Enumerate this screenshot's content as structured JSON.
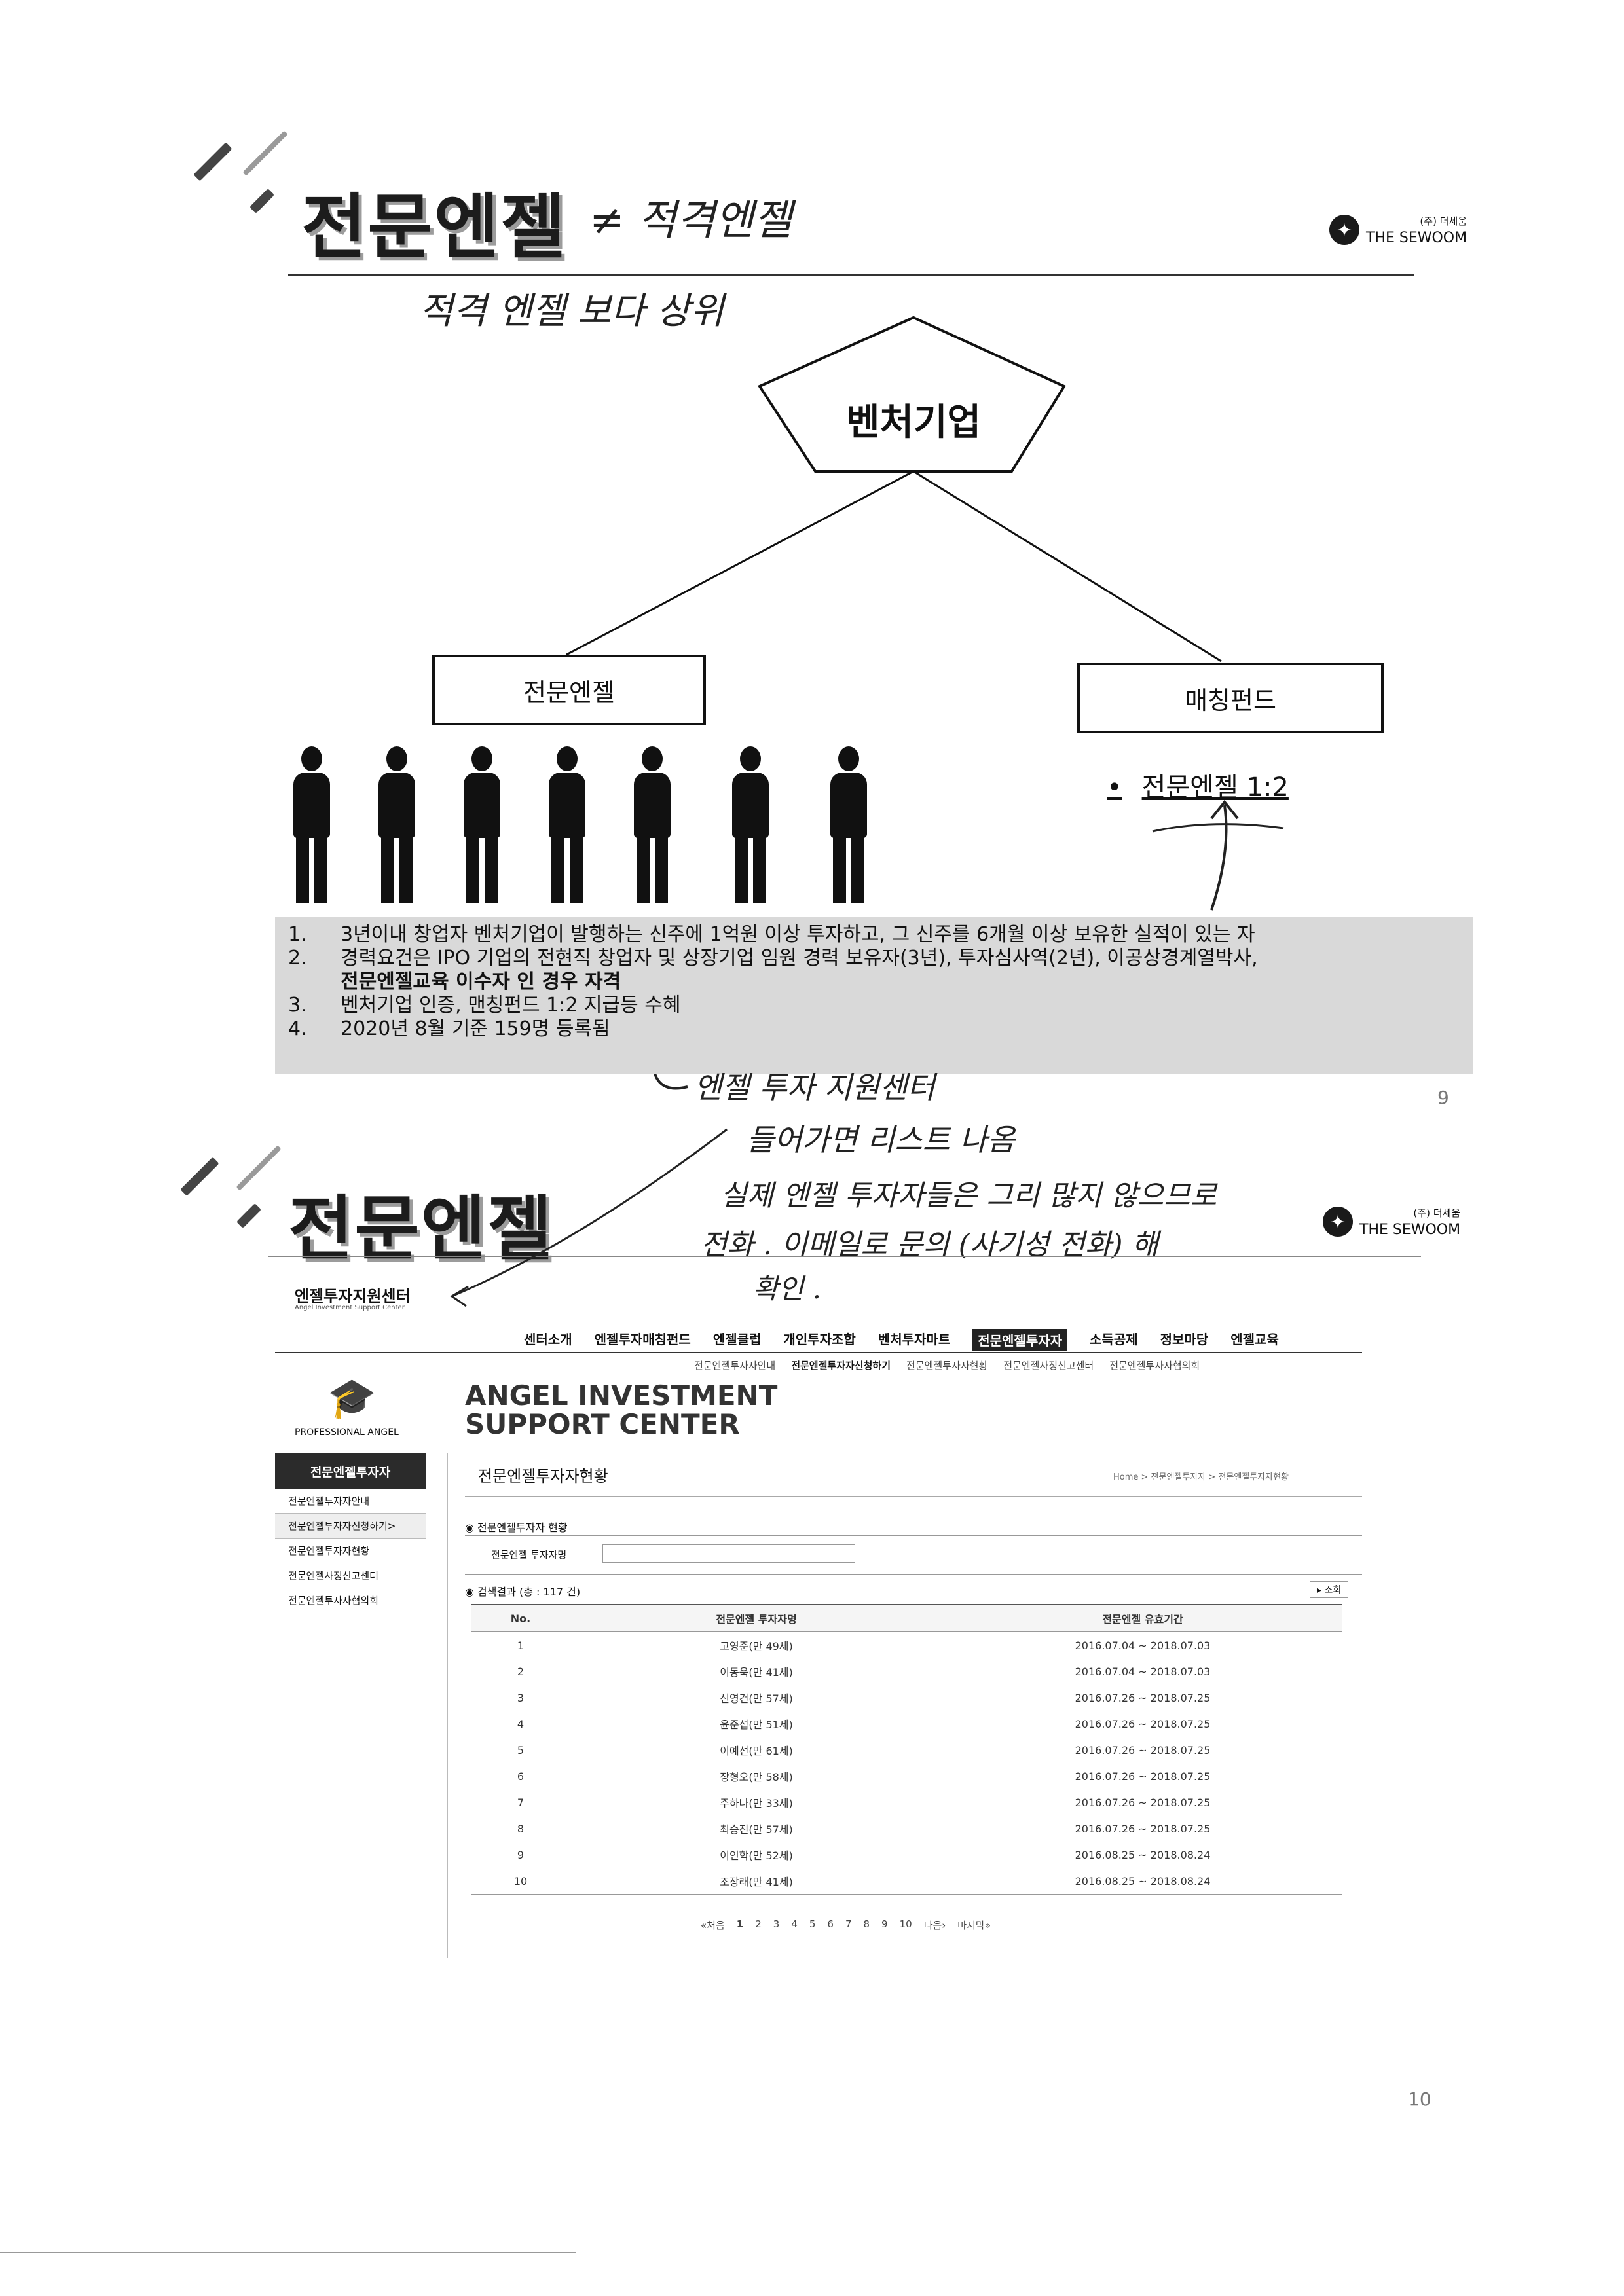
{
  "slide1": {
    "title": "전문엔젤",
    "handwritten_title_note": "≠ 적격엔젤",
    "handwritten_subtitle": "적격 엔젤 보다 상위",
    "logo": {
      "company_kr": "(주) 더세움",
      "company_en": "THE SEWOOM"
    },
    "diagram": {
      "top_node": "벤처기업",
      "left_node": "전문엔젤",
      "right_node": "매칭펀드",
      "bullet": "전문엔젤 1:2"
    },
    "notes": [
      {
        "num": "1.",
        "text": "3년이내 창업자 벤처기업이 발행하는 신주에 1억원 이상 투자하고, 그 신주를 6개월 이상 보유한 실적이 있는 자"
      },
      {
        "num": "2.",
        "text": "경력요건은 IPO 기업의 전현직 창업자 및 상장기업 임원 경력 보유자(3년), 투자심사역(2년), 이공상경계열박사,"
      },
      {
        "num": "",
        "text": "전문엔젤교육 이수자 인 경우 자격"
      },
      {
        "num": "3.",
        "text": "벤처기업 인증, 맨칭펀드 1:2 지급등 수혜"
      },
      {
        "num": "4.",
        "text": "2020년 8월  기준 159명 등록됨"
      }
    ],
    "handwritten_notes": [
      "엔젤 투자 지원센터",
      "들어가면 리스트 나옴",
      "실제 엔젤 투자자들은 그리 많지 않으므로",
      "전화 . 이메일로 문의 (사기성 전화) 해",
      "확인 ."
    ],
    "page_number": "9"
  },
  "slide2": {
    "title": "전문엔젤",
    "logo": {
      "company_kr": "(주) 더세움",
      "company_en": "THE SEWOOM"
    },
    "page_number": "10",
    "site": {
      "brand": "엔젤투자지원센터",
      "brand_en": "Angel Investment Support Center",
      "nav": [
        "센터소개",
        "엔젤투자매칭펀드",
        "엔젤클럽",
        "개인투자조합",
        "벤처투자마트",
        "전문엔젤투자자",
        "소득공제",
        "정보마당",
        "엔젤교육"
      ],
      "active_nav_index": 5,
      "subnav": [
        "전문엔젤투자자안내",
        "전문엔젤투자자신청하기",
        "전문엔젤투자자현황",
        "전문엔젤사징신고센터",
        "전문엔젤투자자협의회"
      ],
      "banner_line1": "ANGEL INVESTMENT",
      "banner_line2": "SUPPORT CENTER",
      "professional_label": "PROFESSIONAL ANGEL",
      "sidebar_head": "전문엔젤투자자",
      "sidebar_items": [
        "전문엔젤투자자안내",
        "전문엔젤투자자신청하기>",
        "전문엔젤투자자현황",
        "전문엔젤사징신고센터",
        "전문엔젤투자자협의회"
      ],
      "page_heading": "전문엔젤투자자현황",
      "breadcrumb": "Home > 전문엔젤투자자 > 전문엔젤투자자현황",
      "section_title": "전문엔젤투자자 현황",
      "search_label": "전문엔젤 투자자명",
      "result_count": "검색결과 (총 : 117 건)",
      "search_button": "조회",
      "table_headers": [
        "No.",
        "전문엔젤 투자자명",
        "전문엔젤 유효기간"
      ],
      "rows": [
        [
          "1",
          "고영준(만 49세)",
          "2016.07.04 ~ 2018.07.03"
        ],
        [
          "2",
          "이동욱(만 41세)",
          "2016.07.04 ~ 2018.07.03"
        ],
        [
          "3",
          "신영건(만 57세)",
          "2016.07.26 ~ 2018.07.25"
        ],
        [
          "4",
          "윤준섭(만 51세)",
          "2016.07.26 ~ 2018.07.25"
        ],
        [
          "5",
          "이예선(만 61세)",
          "2016.07.26 ~ 2018.07.25"
        ],
        [
          "6",
          "장형오(만 58세)",
          "2016.07.26 ~ 2018.07.25"
        ],
        [
          "7",
          "주하나(만 33세)",
          "2016.07.26 ~ 2018.07.25"
        ],
        [
          "8",
          "최승진(만 57세)",
          "2016.07.26 ~ 2018.07.25"
        ],
        [
          "9",
          "이인학(만 52세)",
          "2016.08.25 ~ 2018.08.24"
        ],
        [
          "10",
          "조장래(만 41세)",
          "2016.08.25 ~ 2018.08.24"
        ]
      ],
      "pagination": [
        "«처음",
        "1",
        "2",
        "3",
        "4",
        "5",
        "6",
        "7",
        "8",
        "9",
        "10",
        "다음›",
        "마지막»"
      ]
    }
  }
}
